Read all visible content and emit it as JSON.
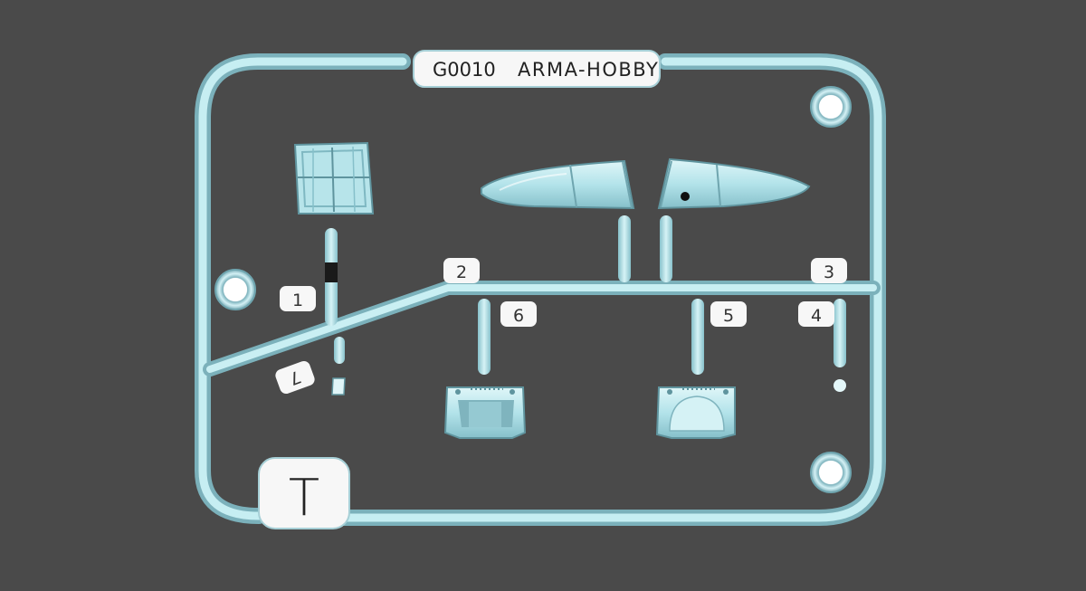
{
  "sprue": {
    "code": "G0010",
    "brand": "ARMA-HOBBY",
    "corner_tag": "T",
    "colors": {
      "background": "#4a4a4a",
      "plastic": "#b9e6ec",
      "plastic_shade": "#7fb8c2",
      "plastic_dark": "#5f949e",
      "label_bg": "#f4f4f4"
    }
  },
  "part_numbers": {
    "p1": "1",
    "p2": "2",
    "p3": "3",
    "p4": "4",
    "p5": "5",
    "p6": "6",
    "p7": "7"
  }
}
